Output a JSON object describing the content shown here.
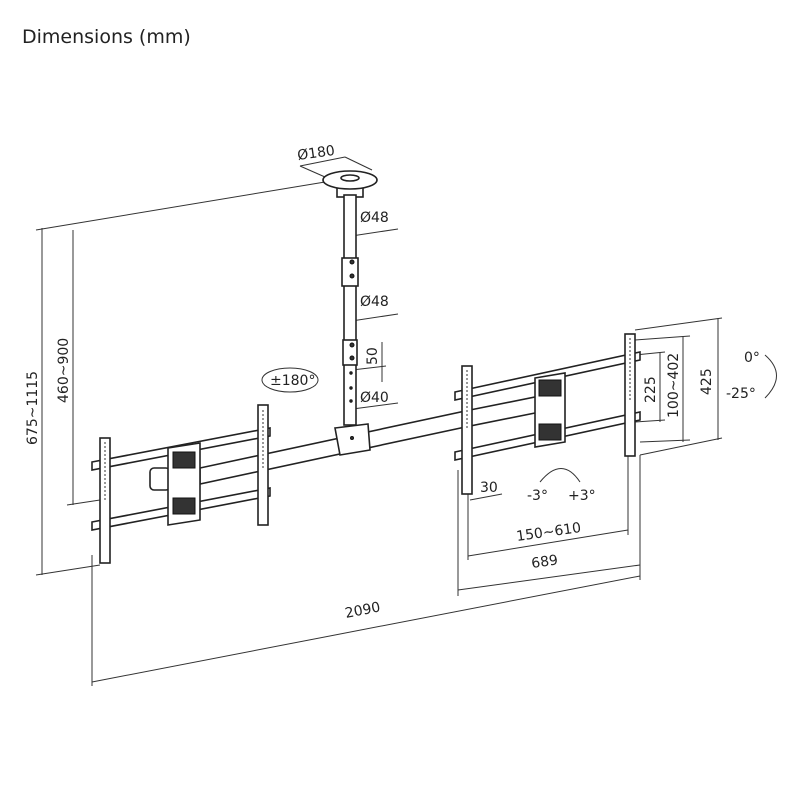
{
  "title": "Dimensions (mm)",
  "labels": {
    "plate_diameter": "Ø180",
    "upper_pole_diameter": "Ø48",
    "middle_pole_diameter": "Ø48",
    "hole_spacing": "50",
    "lower_pole_diameter": "Ø40",
    "swivel": "±180°",
    "total_height": "675~1115",
    "pole_height": "460~900",
    "total_width": "2090",
    "bracket_width": "689",
    "vesa_width": "150~610",
    "depth": "30",
    "level_minus": "-3°",
    "level_plus": "+3°",
    "rail_spacing": "225",
    "vesa_height": "100~402",
    "bracket_height": "425",
    "tilt_max": "0°",
    "tilt_min": "-25°"
  }
}
